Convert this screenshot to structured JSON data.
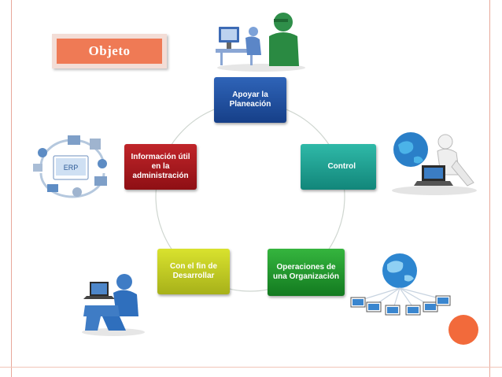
{
  "title": "Objeto",
  "cycle": {
    "top": "Apoyar la Planeación",
    "right": "Control",
    "bottom_right": "Operaciones de una Organización",
    "bottom_left": "Con el fin de Desarrollar",
    "left": "Información útil en la administración"
  },
  "illustrations": {
    "top": "person-at-computer-icon",
    "right": "person-with-globe-laptop-icon",
    "bottom_right": "globe-network-icon",
    "bottom_left": "person-on-laptop-icon",
    "left": "erp-modules-icon"
  },
  "colors": {
    "title_fill": "#ef7a55",
    "top_node": "#1f4fa0",
    "right_node": "#1ea393",
    "bottom_right_node": "#23982e",
    "bottom_left_node": "#c6cf22",
    "left_node": "#a8161c",
    "accent_dot": "#f26a3b"
  }
}
